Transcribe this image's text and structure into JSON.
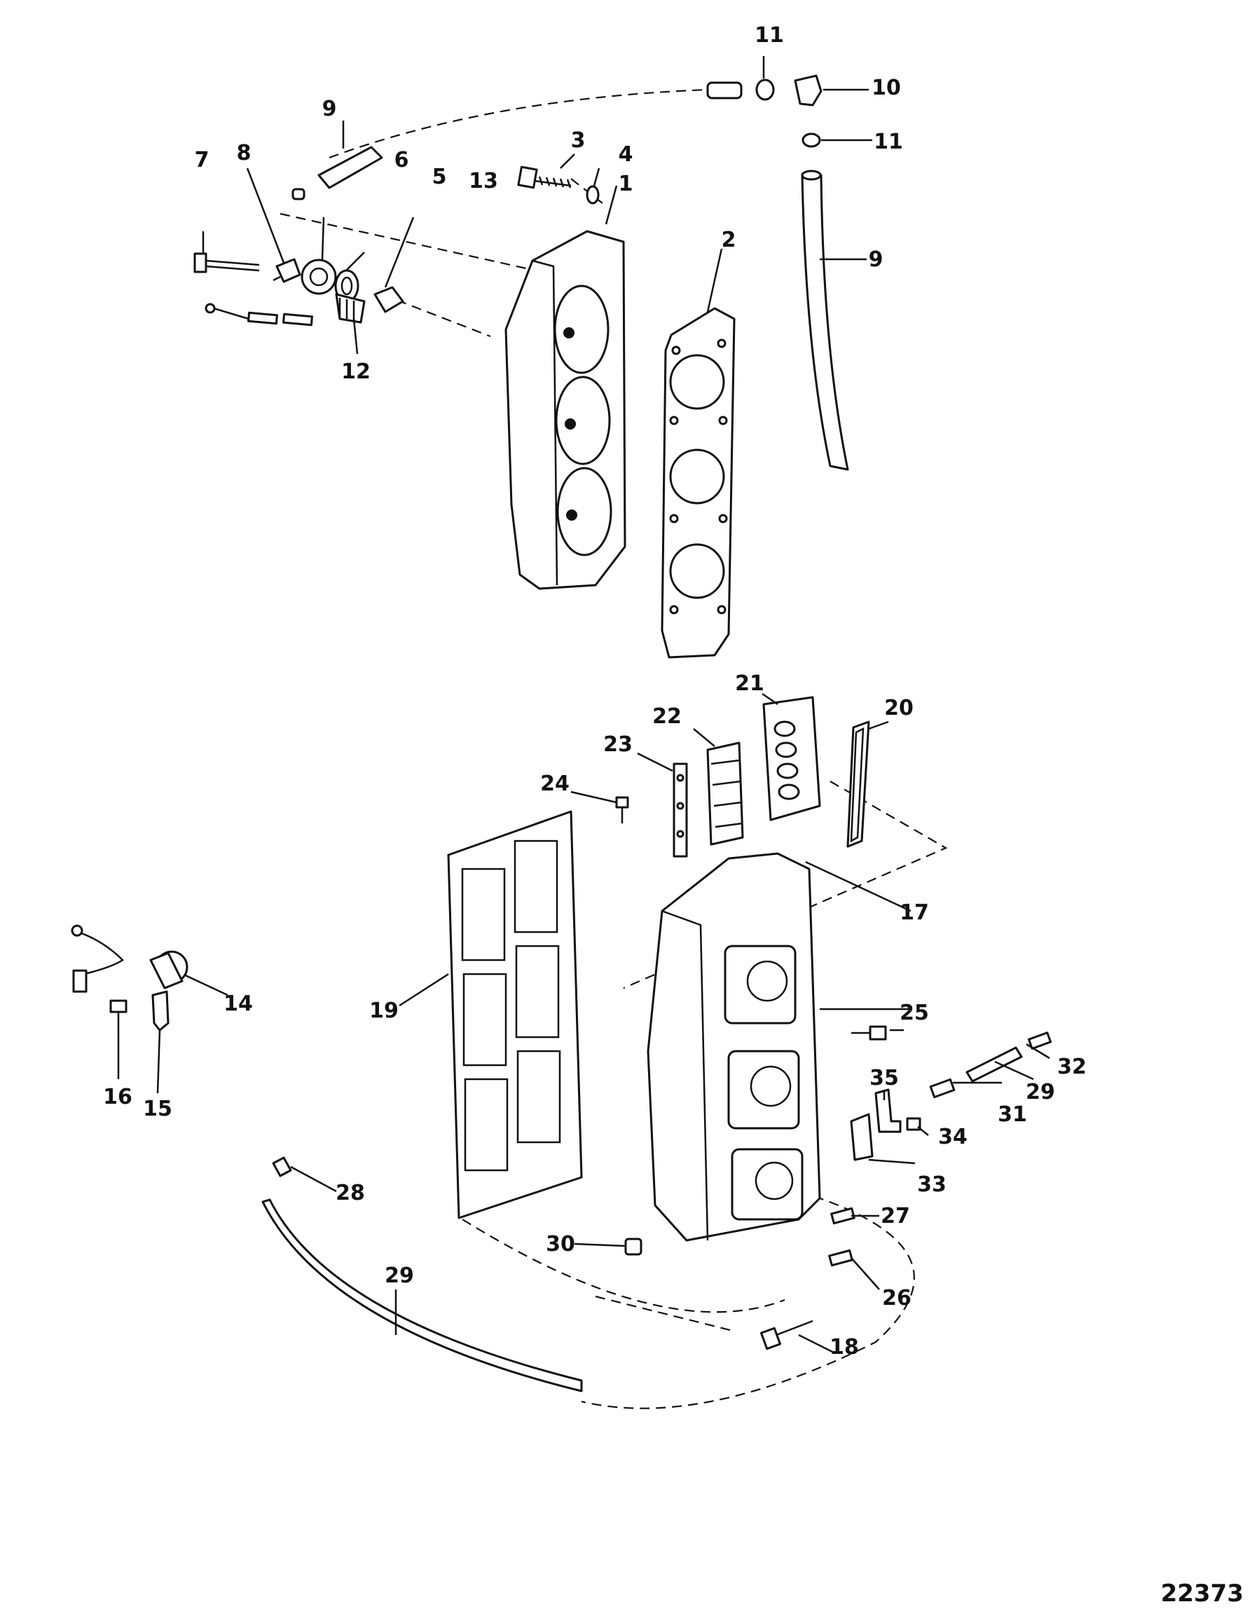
{
  "reference_number": "22373",
  "callouts": [
    "1",
    "2",
    "3",
    "4",
    "5",
    "6",
    "7",
    "8",
    "9",
    "10",
    "11",
    "12",
    "13",
    "14",
    "15",
    "16",
    "17",
    "18",
    "19",
    "20",
    "21",
    "22",
    "23",
    "24",
    "25",
    "26",
    "27",
    "28",
    "29",
    "30",
    "31",
    "32",
    "33",
    "34",
    "35"
  ],
  "callout_9b": "9",
  "callout_11b": "11",
  "callout_29b": "29"
}
